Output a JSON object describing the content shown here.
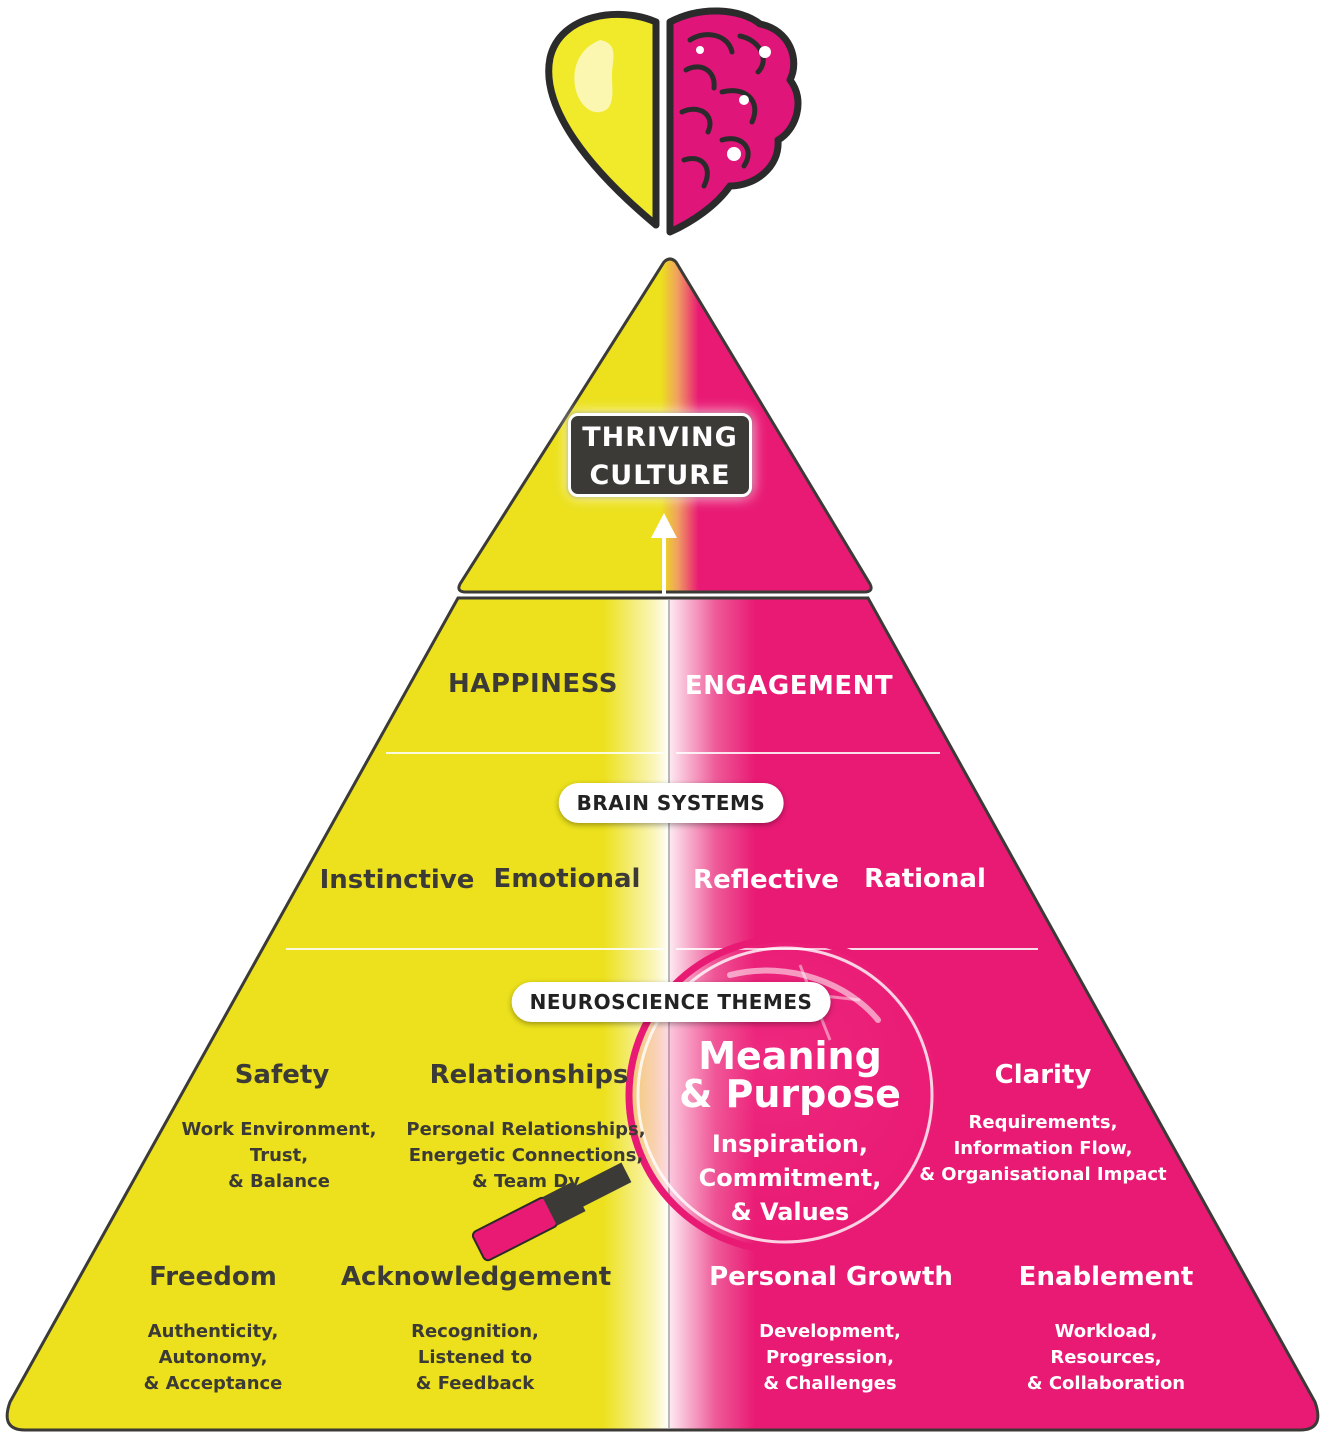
{
  "top": {
    "badge_line1": "THRIVING",
    "badge_line2": "CULTURE"
  },
  "row1": {
    "left_heading": "HAPPINESS",
    "right_heading": "ENGAGEMENT"
  },
  "brain_systems": {
    "label": "BRAIN SYSTEMS",
    "items": [
      "Instinctive",
      "Emotional",
      "Reflective",
      "Rational"
    ]
  },
  "themes": {
    "label": "NEUROSCIENCE THEMES",
    "items": [
      {
        "title": "Safety",
        "lines": [
          "Work Environment,",
          "Trust,",
          "& Balance"
        ]
      },
      {
        "title": "Relationships",
        "lines": [
          "Personal Relationships,",
          "Energetic Connections,",
          "& Team Dy"
        ]
      },
      {
        "title": "Clarity",
        "lines": [
          "Requirements,",
          "Information Flow,",
          "& Organisational Impact"
        ]
      },
      {
        "title": "Freedom",
        "lines": [
          "Authenticity,",
          "Autonomy,",
          "& Acceptance"
        ]
      },
      {
        "title": "Acknowledgement",
        "lines": [
          "Recognition,",
          "Listened to",
          "& Feedback"
        ]
      },
      {
        "title": "Personal Growth",
        "lines": [
          "Development,",
          "Progression,",
          "& Challenges"
        ]
      },
      {
        "title": "Enablement",
        "lines": [
          "Workload,",
          "Resources,",
          "& Collaboration"
        ]
      }
    ],
    "highlight": {
      "title_line1": "Meaning",
      "title_line2": "& Purpose",
      "lines": [
        "Inspiration,",
        "Commitment,",
        "& Values"
      ]
    }
  },
  "colors": {
    "yellow": "#ece11c",
    "magenta": "#e91a74",
    "dark": "#3b3a36",
    "brain_pink": "#e0157a",
    "heart_yellow": "#f0ea2a"
  },
  "icons": [
    "heart-brain-icon",
    "magnifying-glass-icon",
    "up-arrow-icon"
  ]
}
